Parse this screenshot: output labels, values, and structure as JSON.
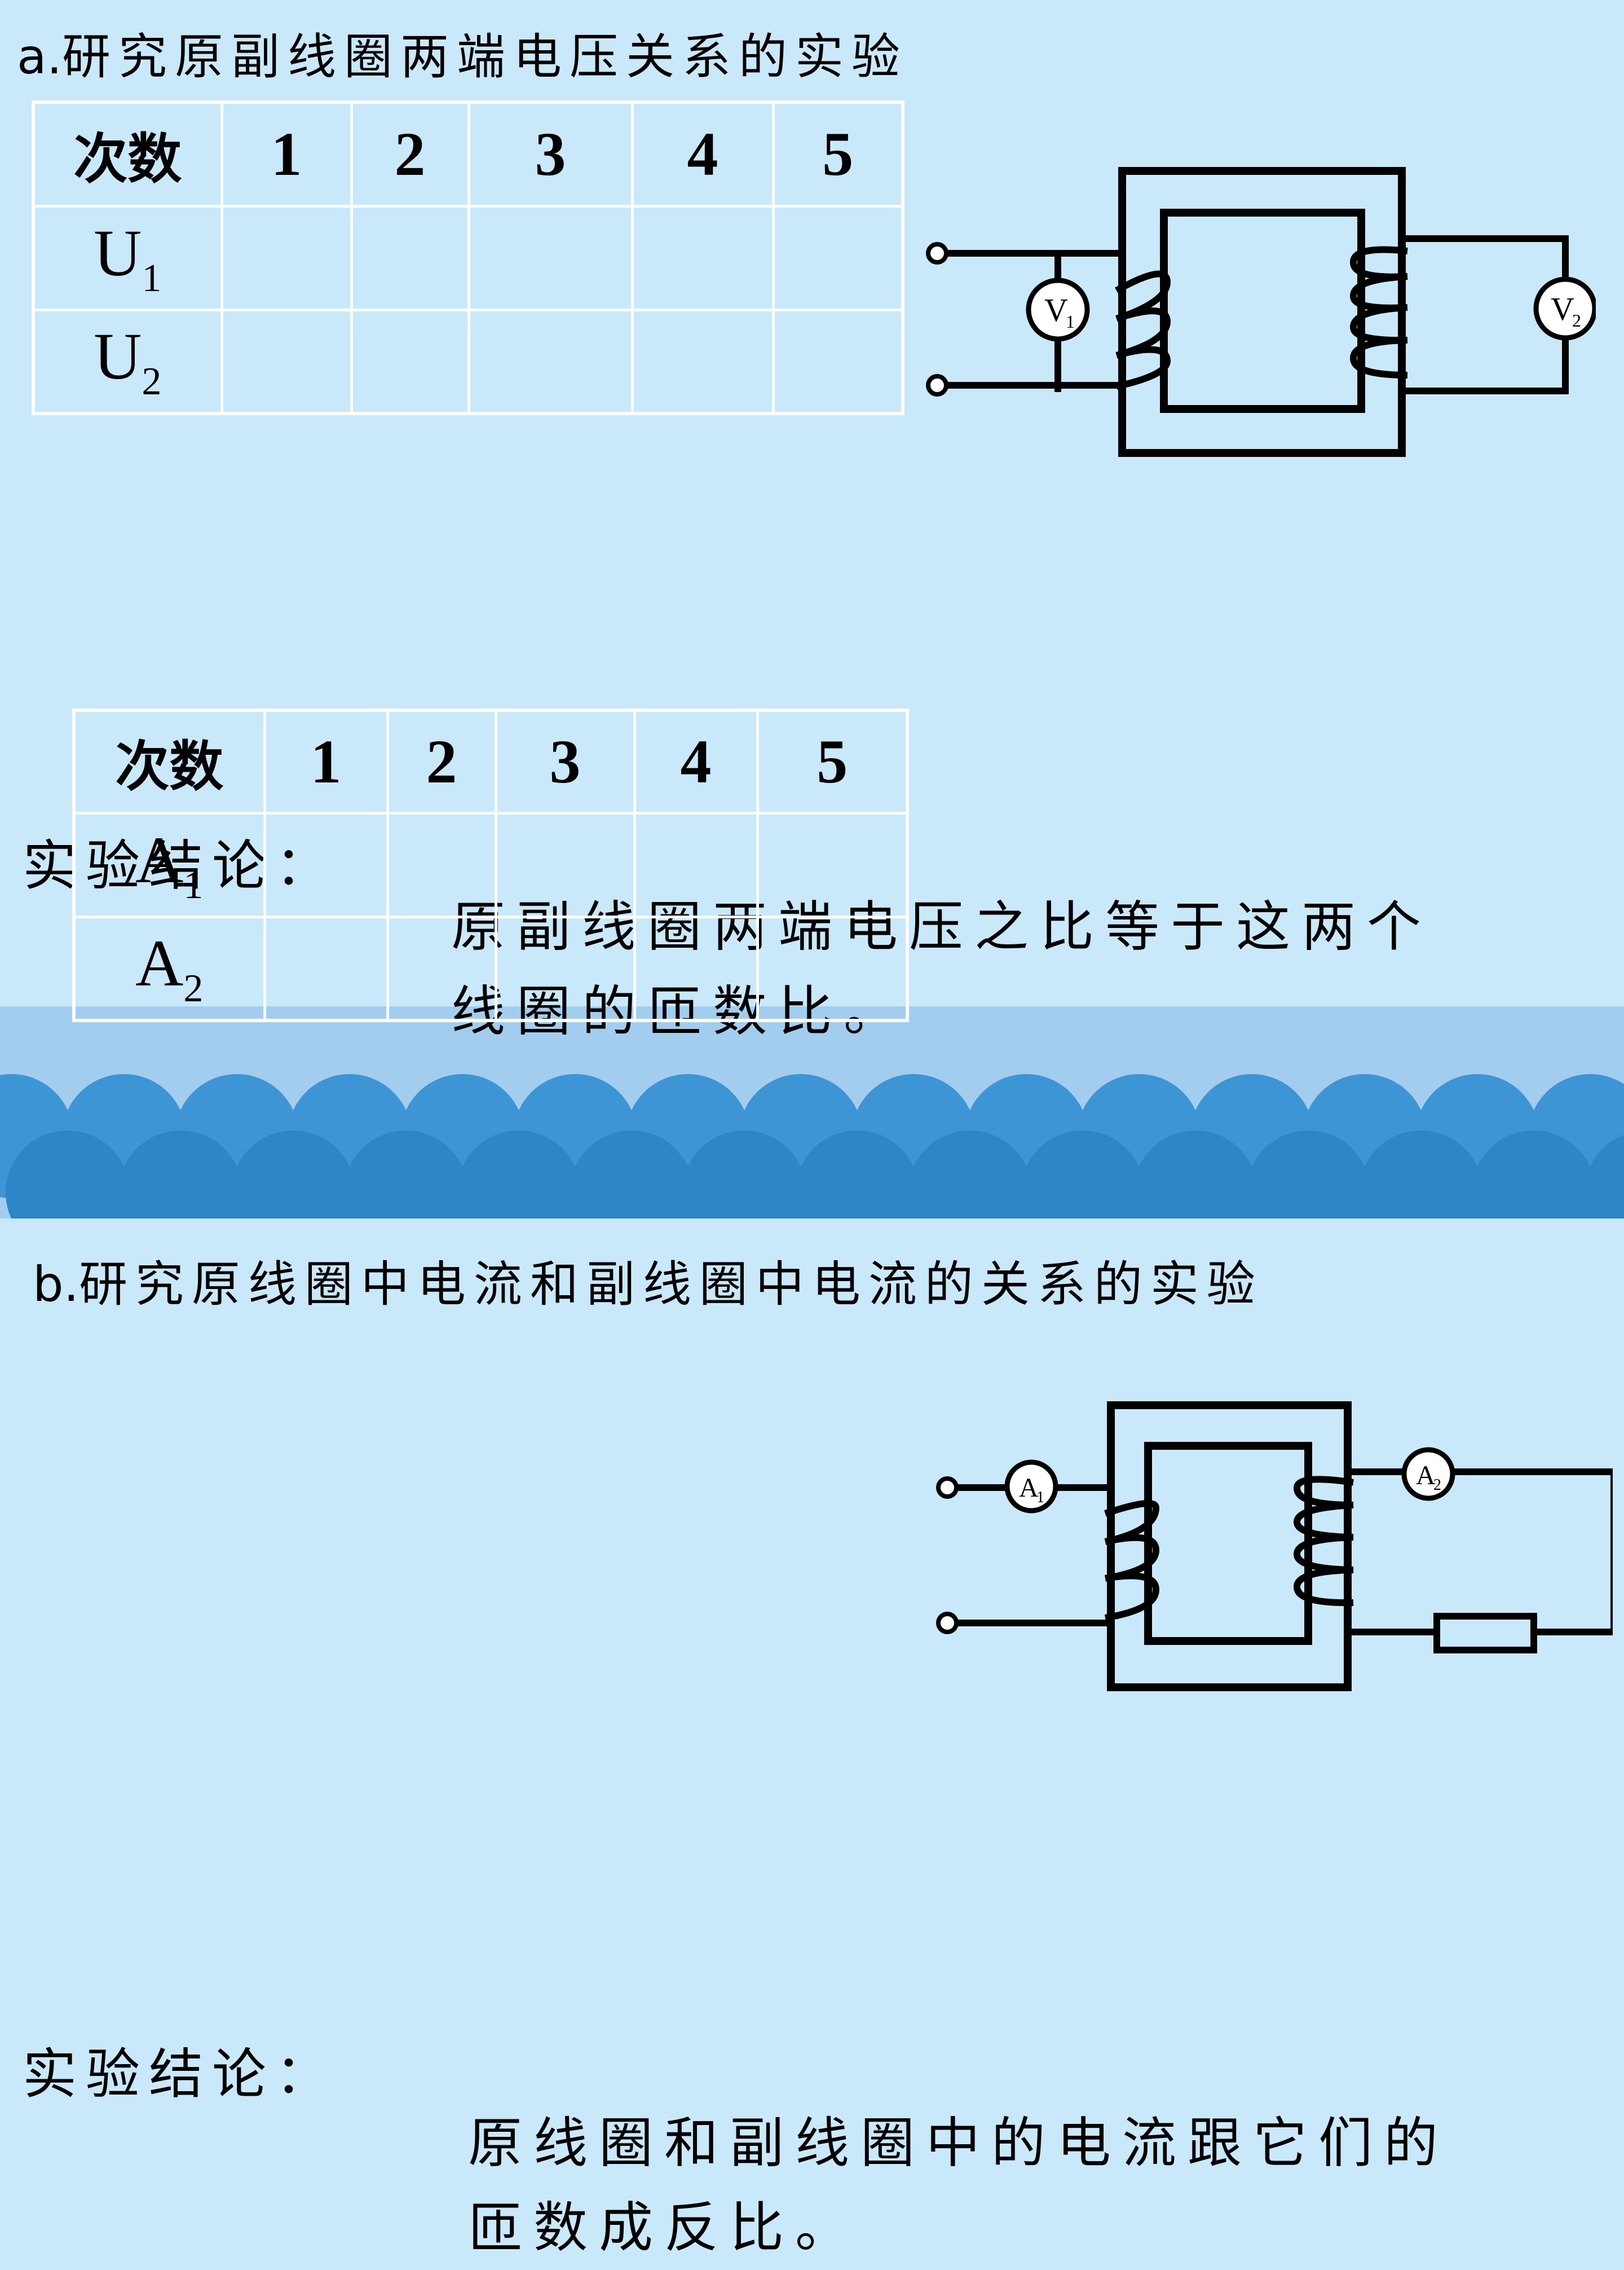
{
  "section_a": {
    "prefix": "a.",
    "title": "研究原副线圈两端电压关系的实验",
    "table": {
      "header": [
        "次数",
        "1",
        "2",
        "3",
        "4",
        "5"
      ],
      "rows": [
        {
          "symbol": "U",
          "sub": "1"
        },
        {
          "symbol": "U",
          "sub": "2"
        }
      ]
    },
    "conclusion_label": "实验结论：",
    "conclusion_line1": "原副线圈两端电压之比等于这两个",
    "conclusion_line2": "线圈的匝数比。",
    "meters": [
      {
        "symbol": "V",
        "sub": "1"
      },
      {
        "symbol": "V",
        "sub": "2"
      }
    ]
  },
  "section_b": {
    "prefix": "b.",
    "title": "研究原线圈中电流和副线圈中电流的关系的实验",
    "table": {
      "header": [
        "次数",
        "1",
        "2",
        "3",
        "4",
        "5"
      ],
      "rows": [
        {
          "symbol": "A",
          "sub": "1"
        },
        {
          "symbol": "A",
          "sub": "2"
        }
      ]
    },
    "conclusion_label": "实验结论：",
    "conclusion_line1": "原线圈和副线圈中的电流跟它们的",
    "conclusion_line2": "匝数成反比。",
    "meters": [
      {
        "symbol": "A",
        "sub": "1"
      },
      {
        "symbol": "A",
        "sub": "2"
      }
    ]
  },
  "colors": {
    "background": "#c9e8fa",
    "wave_band": "#a3cdee",
    "wave_dark": "#2e86c9",
    "wave_mid": "#3d95d6"
  }
}
